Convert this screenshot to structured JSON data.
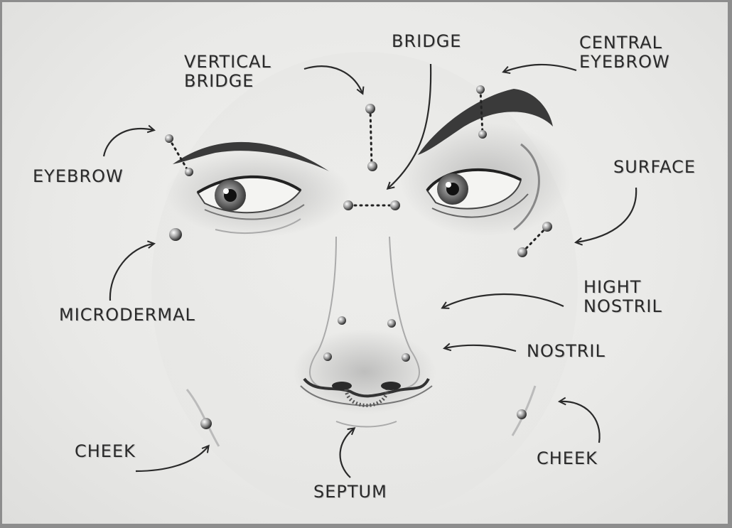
{
  "labels": {
    "bridge": "BRIDGE",
    "vertical_bridge": "VERTICAL\nBRIDGE",
    "central_eyebrow": "CENTRAL\nEYEBROW",
    "eyebrow": "EYEBROW",
    "surface": "SURFACE",
    "microdermal": "MICRODERMAL",
    "high_nostril": "HIGHT\nNOSTRIL",
    "nostril": "NOSTRIL",
    "cheek_left": "CHEEK",
    "cheek_right": "CHEEK",
    "septum": "SEPTUM"
  },
  "colors": {
    "ink": "#2a2a2a",
    "paper": "#ececea",
    "frame": "#8d8d8d"
  }
}
